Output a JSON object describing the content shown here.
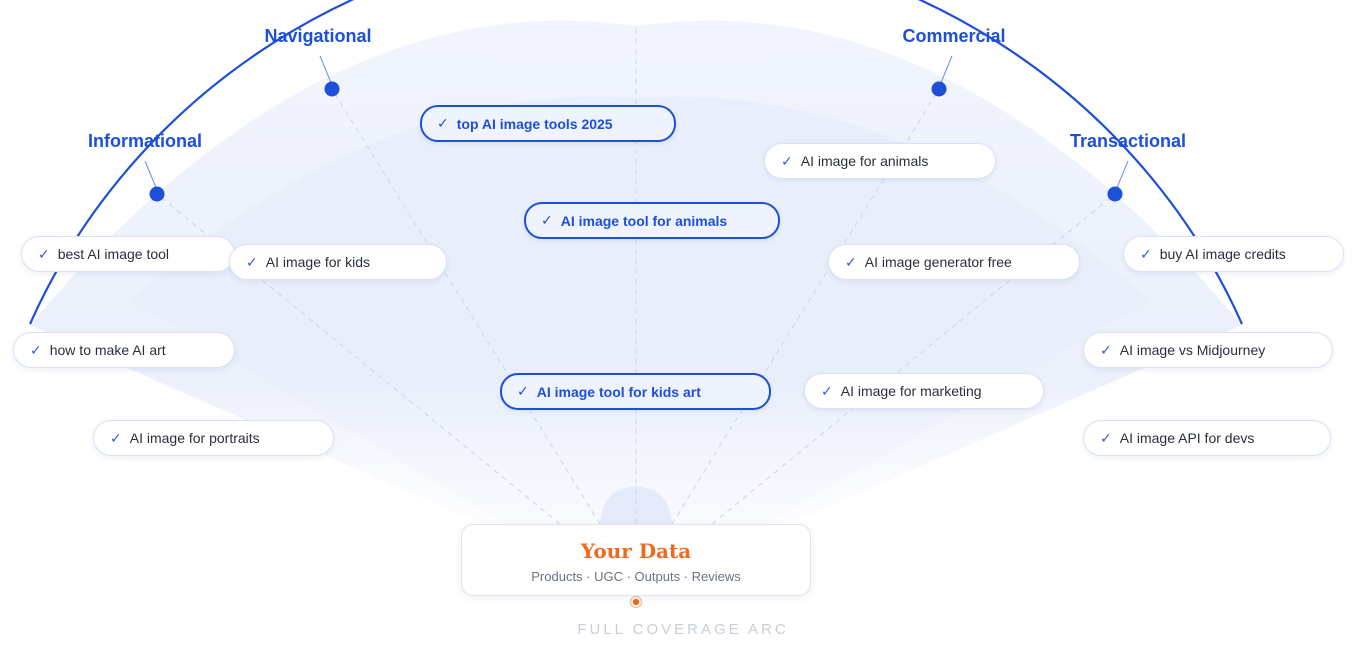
{
  "categories": [
    {
      "label": "Informational"
    },
    {
      "label": "Navigational"
    },
    {
      "label": "Commercial"
    },
    {
      "label": "Transactional"
    }
  ],
  "keywords": [
    {
      "text": "best AI image tool",
      "highlighted": false
    },
    {
      "text": "AI image for kids",
      "highlighted": false
    },
    {
      "text": "how to make AI art",
      "highlighted": false
    },
    {
      "text": "AI image for portraits",
      "highlighted": false
    },
    {
      "text": "top AI image tools 2025",
      "highlighted": true
    },
    {
      "text": "AI image tool for animals",
      "highlighted": true
    },
    {
      "text": "AI image tool for kids art",
      "highlighted": true
    },
    {
      "text": "AI image for animals",
      "highlighted": false
    },
    {
      "text": "AI image generator free",
      "highlighted": false
    },
    {
      "text": "AI image for marketing",
      "highlighted": false
    },
    {
      "text": "buy AI image credits",
      "highlighted": false
    },
    {
      "text": "AI image vs Midjourney",
      "highlighted": false
    },
    {
      "text": "AI image API for devs",
      "highlighted": false
    }
  ],
  "check_glyph": "✓",
  "data_card": {
    "title": "Your Data",
    "subtitle": "Products · UGC · Outputs · Reviews"
  },
  "caption": "FULL COVERAGE ARC",
  "colors": {
    "accent": "#1d4fd8",
    "brand_orange": "#ee6a1f",
    "fan_fill": "#e8eefb"
  }
}
